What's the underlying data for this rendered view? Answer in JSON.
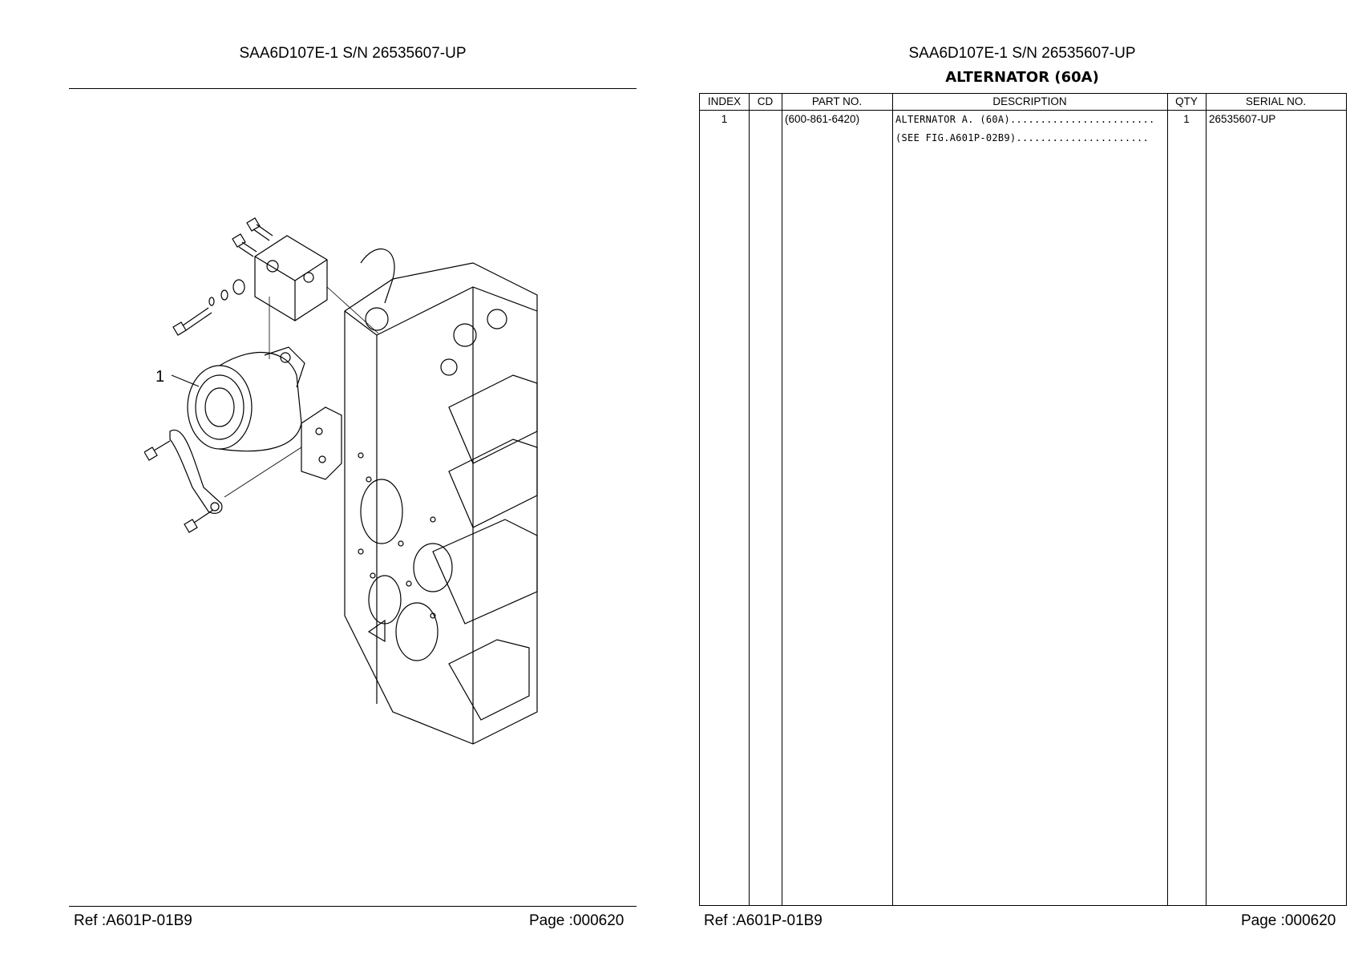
{
  "left_page": {
    "title": "SAA6D107E-1 S/N 26535607-UP",
    "callout_label": "1",
    "ref": "Ref :A601P-01B9",
    "page": "Page :000620"
  },
  "right_page": {
    "title": "SAA6D107E-1 S/N 26535607-UP",
    "subtitle": "ALTERNATOR (60A)",
    "columns": [
      "INDEX",
      "CD",
      "PART NO.",
      "DESCRIPTION",
      "QTY",
      "SERIAL NO."
    ],
    "rows": [
      {
        "index": "1",
        "cd": "",
        "part_no": "(600-861-6420)",
        "description": "ALTERNATOR A. (60A)........................",
        "qty": "1",
        "serial_no": "26535607-UP"
      },
      {
        "index": "",
        "cd": "",
        "part_no": "",
        "description": "(SEE FIG.A601P-02B9)......................",
        "qty": "",
        "serial_no": ""
      }
    ],
    "ref": "Ref :A601P-01B9",
    "page": "Page :000620"
  }
}
